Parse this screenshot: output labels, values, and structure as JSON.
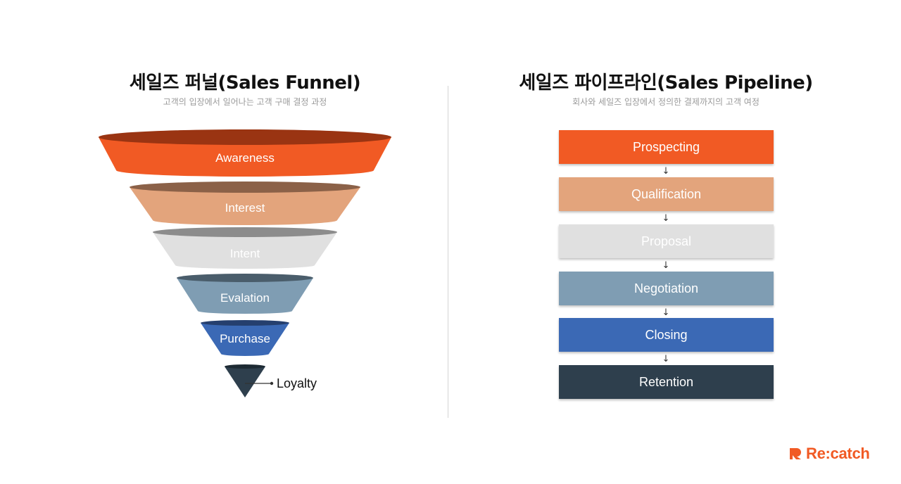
{
  "funnel": {
    "title": "세일즈 퍼널(Sales Funnel)",
    "subtitle": "고객의 입장에서 일어나는 고객 구매 결정 과정",
    "stages": [
      {
        "label": "Awareness",
        "color": "#f15a24",
        "top_color": "#9a3412"
      },
      {
        "label": "Interest",
        "color": "#e3a47c",
        "top_color": "#8b6148"
      },
      {
        "label": "Intent",
        "color": "#e0e0e0",
        "top_color": "#8c8c8c"
      },
      {
        "label": "Evalation",
        "color": "#7f9db3",
        "top_color": "#4a5d6b"
      },
      {
        "label": "Purchase",
        "color": "#3b69b5",
        "top_color": "#253f6e"
      },
      {
        "label": "Loyalty",
        "color": "#2e3f4d",
        "top_color": "#1d2a33"
      }
    ]
  },
  "pipeline": {
    "title": "세일즈 파이프라인(Sales Pipeline)",
    "subtitle": "회사와 세일즈 입장에서 정의한 결제까지의 고객 여정",
    "stages": [
      {
        "label": "Prospecting",
        "color": "#f15a24"
      },
      {
        "label": "Qualification",
        "color": "#e3a47c"
      },
      {
        "label": "Proposal",
        "color": "#e0e0e0"
      },
      {
        "label": "Negotiation",
        "color": "#7f9db3"
      },
      {
        "label": "Closing",
        "color": "#3b69b5"
      },
      {
        "label": "Retention",
        "color": "#2e3f4d"
      }
    ],
    "arrow_icon": "down-arrow-icon"
  },
  "brand": {
    "name": "Re:catch",
    "color": "#f15a24",
    "icon": "recatch-logo-icon"
  }
}
